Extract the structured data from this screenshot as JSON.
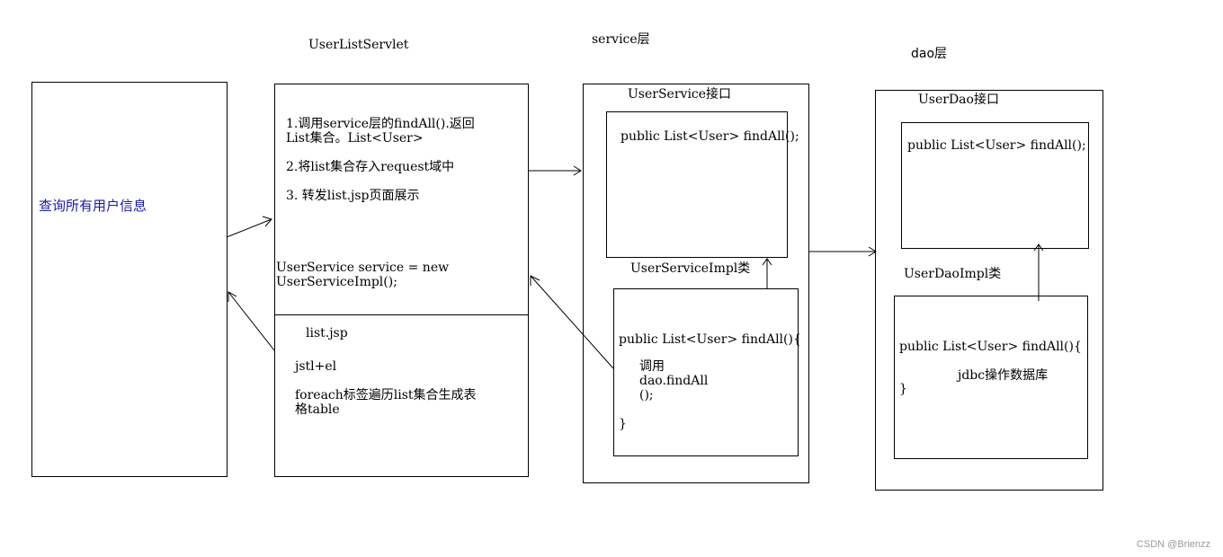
{
  "colors": {
    "text": "#000000",
    "query_text": "#1a1aa6",
    "watermark": "#9a9a9a"
  },
  "client": {
    "label": "查询所有用户信息"
  },
  "servlet": {
    "title": "UserListServlet",
    "step1_line1": "1.调用service层的findAll().返回",
    "step1_line2": "List集合。List<User>",
    "step2": "2.将list集合存入request域中",
    "step3": "3. 转发list.jsp页面展示",
    "code_line1": "UserService service = new",
    "code_line2": "UserServiceImpl();"
  },
  "jsp": {
    "title": "list.jsp",
    "line1": "jstl+el",
    "line2_a": "foreach标签遍历list集合生成表",
    "line2_b": "格table"
  },
  "service": {
    "title": "service层",
    "interface_title": "UserService接口",
    "interface_method": "public List<User> findAll();",
    "impl_title": "UserServiceImpl类",
    "impl_line1": "public List<User> findAll(){",
    "impl_line2": "调用",
    "impl_line3": "dao.findAll",
    "impl_line4": "();",
    "impl_line5": "}"
  },
  "dao": {
    "title": "dao层",
    "interface_title": "UserDao接口",
    "interface_method": "public List<User> findAll();",
    "impl_title": "UserDaoImpl类",
    "impl_line1": "public List<User> findAll(){",
    "impl_line2": "jdbc操作数据库",
    "impl_line3": "}"
  },
  "watermark": "CSDN @Brienzz"
}
